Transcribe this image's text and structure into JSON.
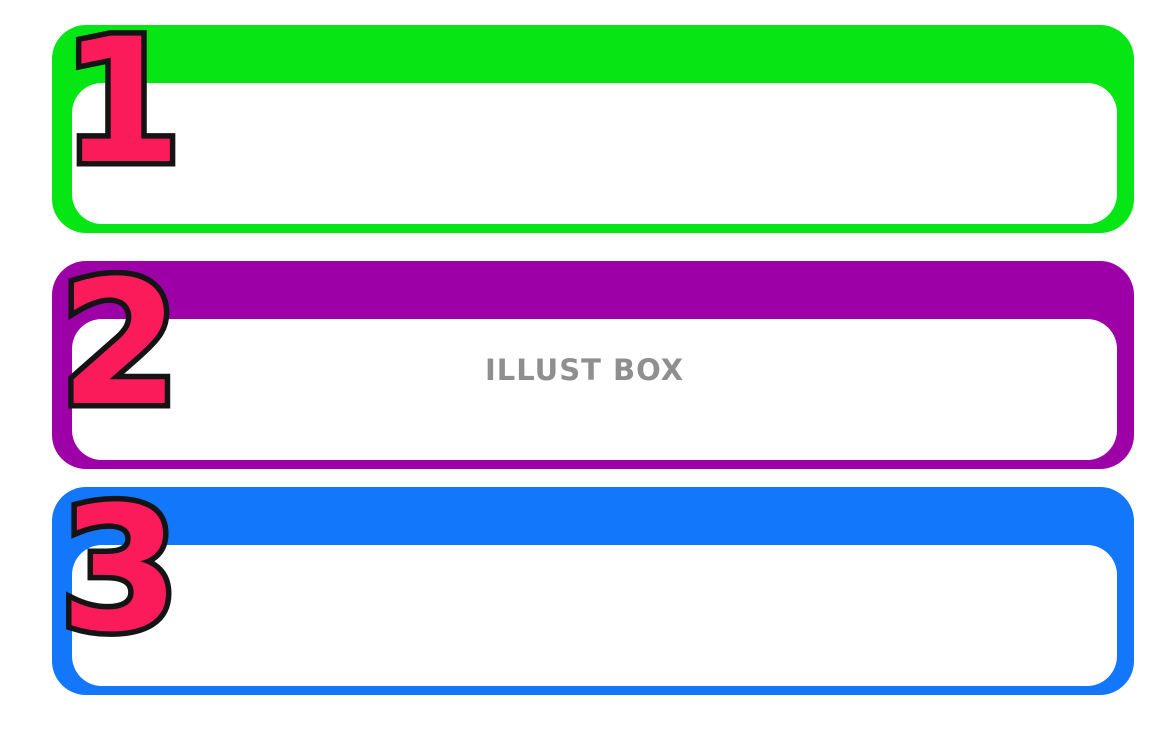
{
  "banners": [
    {
      "number": "1",
      "color": "#05e614"
    },
    {
      "number": "2",
      "color": "#9c00a6"
    },
    {
      "number": "3",
      "color": "#1377fb"
    }
  ],
  "watermark": "ILLUST BOX",
  "numeral_fill_color": "#fb1b5a",
  "numeral_outline_color": "#141414"
}
